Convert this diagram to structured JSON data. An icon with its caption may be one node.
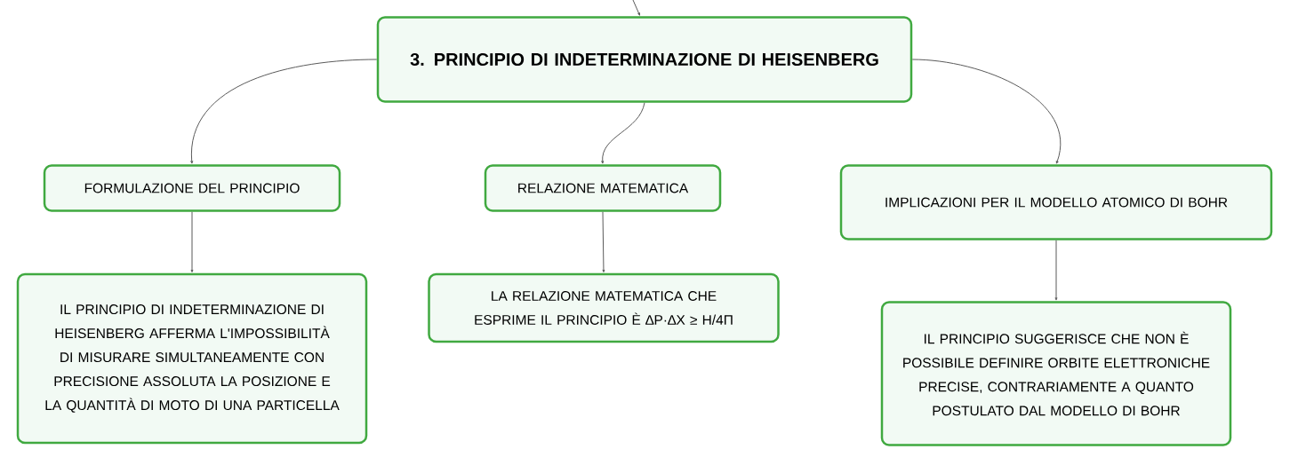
{
  "diagram": {
    "nodes": [
      {
        "text": [
          "3. PRINCIPIO DI INDETERMINAZIONE DI HEISENBERG"
        ]
      },
      {
        "text": [
          "FORMULAZIONE DEL PRINCIPIO"
        ]
      },
      {
        "text": [
          "RELAZIONE MATEMATICA"
        ]
      },
      {
        "text": [
          "IMPLICAZIONI PER IL MODELLO ATOMICO DI BOHR"
        ]
      },
      {
        "text": [
          "IL PRINCIPIO DI INDETERMINAZIONE DI HEISENBERG AFFERMA L'IMPOSSIBILITÀ DI MISURARE SIMULTANEAMENTE CON PRECISIONE ASSOLUTA LA POSIZIONE E LA QUANTITÀ DI MOTO DI UNA PARTICELLA"
        ]
      },
      {
        "text": [
          "LA RELAZIONE MATEMATICA CHE ESPRIME IL PRINCIPIO È ∆P·∆X ≥ H/4Π"
        ]
      },
      {
        "text": [
          "IL PRINCIPIO SUGGERISCE CHE NON È POSSIBILE DEFINIRE ORBITE ELETTRONICHE PRECISE, CONTRARIAMENTE A QUANTO POSTULATO DAL MODELLO DI BOHR"
        ]
      }
    ],
    "edges": [
      {
        "from": null,
        "to": 0,
        "arrow": "to"
      },
      {
        "from": 0,
        "to": 1,
        "arrow": "to"
      },
      {
        "from": 0,
        "to": 2,
        "arrow": "to"
      },
      {
        "from": 0,
        "to": 3,
        "arrow": "to"
      },
      {
        "from": 1,
        "to": 4,
        "arrow": "to"
      },
      {
        "from": 2,
        "to": 5,
        "arrow": "to"
      },
      {
        "from": 3,
        "to": 6,
        "arrow": "to"
      }
    ]
  }
}
